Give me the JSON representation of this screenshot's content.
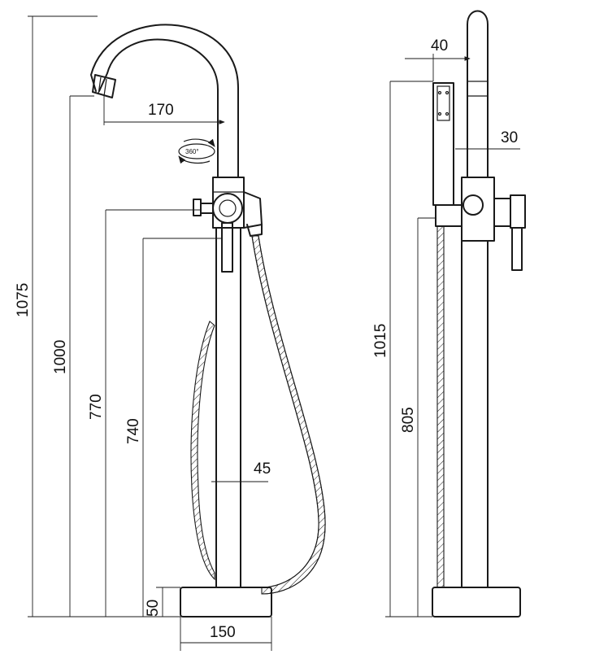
{
  "front_view": {
    "height_total": "1075",
    "height_spout": "1000",
    "height_mixer": "770",
    "height_handle": "740",
    "height_base": "50",
    "spout_reach": "170",
    "pipe_dia": "45",
    "base_width": "150",
    "rotation_label": "360°"
  },
  "side_view": {
    "top_width": "40",
    "offset": "30",
    "height_holder": "1015",
    "height_hose": "805"
  },
  "colors": {
    "line": "#1a1a1a",
    "background": "#ffffff"
  }
}
